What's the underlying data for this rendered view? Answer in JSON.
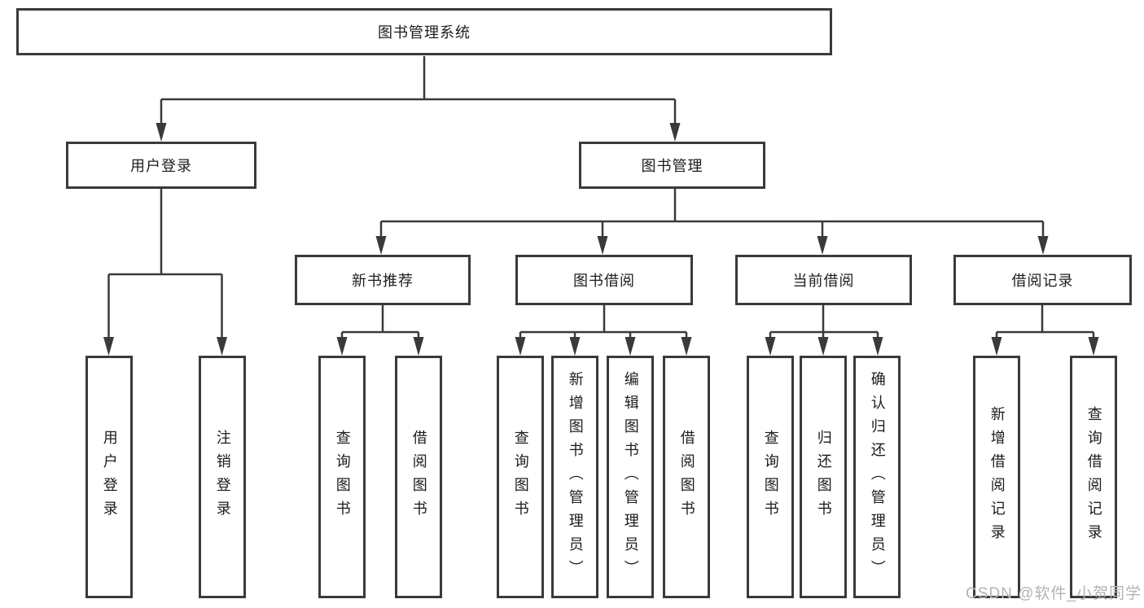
{
  "diagram": {
    "title_node": {
      "label": "图书管理系统"
    },
    "level1": [
      {
        "id": "user-login",
        "label": "用户登录"
      },
      {
        "id": "book-management",
        "label": "图书管理"
      }
    ],
    "level2": [
      {
        "id": "new-book-recommend",
        "label": "新书推荐",
        "parent": "图书管理"
      },
      {
        "id": "book-borrow",
        "label": "图书借阅",
        "parent": "图书管理"
      },
      {
        "id": "current-borrow",
        "label": "当前借阅",
        "parent": "图书管理"
      },
      {
        "id": "borrow-records",
        "label": "借阅记录",
        "parent": "图书管理"
      }
    ],
    "leaves": [
      {
        "id": "user-login-leaf",
        "label": "用户登录",
        "parent": "用户登录"
      },
      {
        "id": "logout",
        "label": "注销登录",
        "parent": "用户登录"
      },
      {
        "id": "query-books-1",
        "label": "查询图书",
        "parent": "新书推荐"
      },
      {
        "id": "borrow-books-1",
        "label": "借阅图书",
        "parent": "新书推荐"
      },
      {
        "id": "query-books-2",
        "label": "查询图书",
        "parent": "图书借阅"
      },
      {
        "id": "add-books-admin",
        "label": "新增图书（管理员）",
        "parent": "图书借阅"
      },
      {
        "id": "edit-books-admin",
        "label": "编辑图书（管理员）",
        "parent": "图书借阅"
      },
      {
        "id": "borrow-books-2",
        "label": "借阅图书",
        "parent": "图书借阅"
      },
      {
        "id": "query-books-3",
        "label": "查询图书",
        "parent": "当前借阅"
      },
      {
        "id": "return-books",
        "label": "归还图书",
        "parent": "当前借阅"
      },
      {
        "id": "confirm-return-admin",
        "label": "确认归还（管理员）",
        "parent": "当前借阅"
      },
      {
        "id": "add-borrow-record",
        "label": "新增借阅记录",
        "parent": "借阅记录"
      },
      {
        "id": "query-borrow-record",
        "label": "查询借阅记录",
        "parent": "借阅记录"
      }
    ]
  },
  "watermark": {
    "text": "CSDN @软件_小贺同学"
  },
  "colors": {
    "line": "#3a3a3a",
    "text": "#1c1c1c",
    "box_fill": "#ffffff",
    "background": "#ffffff",
    "watermark": "#b3b3b3"
  }
}
